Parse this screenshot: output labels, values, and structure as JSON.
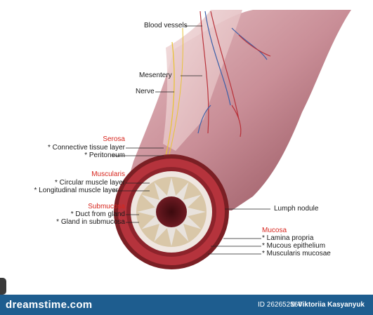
{
  "labels": {
    "blood_vessels": "Blood vessels",
    "mesentery": "Mesentery",
    "nerve": "Nerve",
    "serosa": {
      "title": "Serosa",
      "items": [
        "* Connective tissue layer",
        "* Peritoneum"
      ]
    },
    "muscularis": {
      "title": "Muscularis",
      "items": [
        "* Circular muscle layer",
        "* Longitudinal muscle layer"
      ]
    },
    "submucosa": {
      "title": "Submucosa",
      "items": [
        "* Duct from gland",
        "* Gland in submucosa"
      ]
    },
    "lymph_nodule": "Lumph nodule",
    "mucosa": {
      "title": "Mucosa",
      "items": [
        "* Lamina propria",
        "* Mucous epithelium",
        "* Muscularis mucosae"
      ]
    }
  },
  "footer": {
    "brand": "dreamstime.com",
    "id_text": "ID 262652566",
    "author": "© Viktoriia Kasyanyuk"
  },
  "colors": {
    "heading_red": "#d7261e",
    "footer_blue": "#1e5d8f",
    "tube_pink": "#c98e97",
    "muscle_dark": "#7a1f24",
    "lumen": "#4d0f14"
  }
}
